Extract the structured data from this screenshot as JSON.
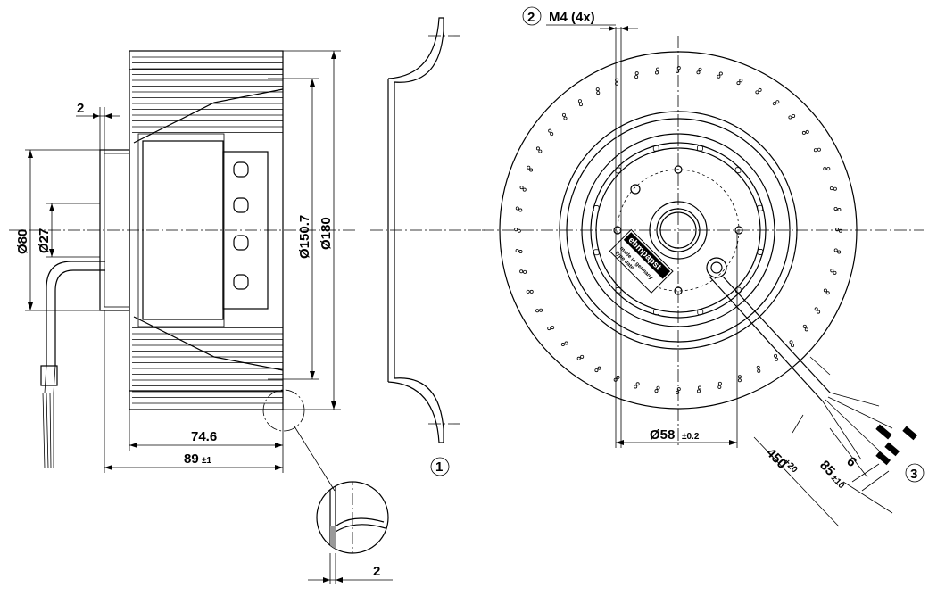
{
  "side_view": {
    "dim_2_top": "2",
    "dim_d80": "Ø80",
    "dim_d27": "Ø27",
    "dim_d150_7": "Ø150.7",
    "dim_d180": "Ø180",
    "dim_74_6": "74.6",
    "dim_89": "89",
    "dim_89_tol": "±1",
    "dim_2_detail": "2"
  },
  "inlet_ring": {
    "callout_1": "1"
  },
  "front_view": {
    "callout_2": "2",
    "screw_label": "M4 (4x)",
    "dim_d58": "Ø58",
    "dim_d58_tol": "±0.2",
    "dim_450": "450",
    "dim_450_tol": "+20",
    "dim_85": "85",
    "dim_85_tol": "±10",
    "dim_6": "6",
    "callout_3": "3",
    "label_brand": "ebmpapst",
    "label_line1": "made in germany",
    "label_line2": "type  date"
  }
}
